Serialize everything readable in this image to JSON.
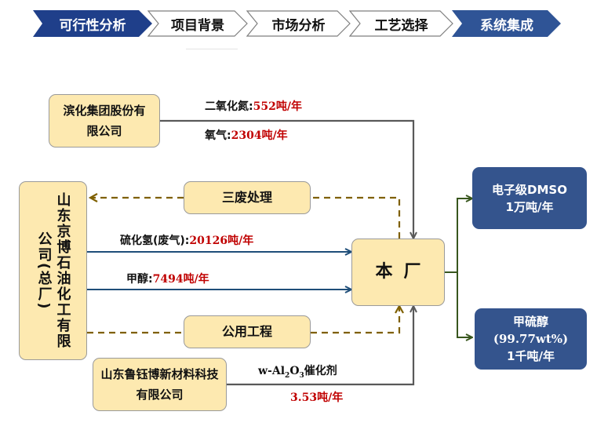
{
  "nav": {
    "steps": [
      "可行性分析",
      "项目背景",
      "市场分析",
      "工艺选择",
      "系统集成"
    ],
    "active_index": 0,
    "active_color": "#1f3f8a",
    "last_color": "#2f5496"
  },
  "nodes": {
    "binhua": "滨化集团股份有限公司",
    "jingbo": "山东京博石油化工有限公司(总厂)",
    "luyu": "山东鲁钰博新材料科技有限公司",
    "waste": "三废处理",
    "utility": "公用工程",
    "plant": "本厂",
    "dmso_name": "电子级DMSO",
    "dmso_cap": "1万吨/年",
    "mt_name": "甲硫醇",
    "mt_purity": "(99.77wt%)",
    "mt_cap": "1千吨/年"
  },
  "flows": {
    "n2o_label": "二氧化氮:",
    "n2o_value": "552吨/年",
    "o2_label": "氧气:",
    "o2_value": "2304吨/年",
    "h2s_label": "硫化氢(废气):",
    "h2s_value": "20126吨/年",
    "meoh_label": "甲醇:",
    "meoh_value": "7494吨/年",
    "cat_label_prefix": "w-Al",
    "cat_sub1": "2",
    "cat_mid": "O",
    "cat_sub2": "3",
    "cat_suffix": "催化剂",
    "cat_value": "3.53吨/年"
  },
  "colors": {
    "value_red": "#c00000",
    "input_blue": "#1f4e79",
    "dashed_olive": "#7f6000",
    "gray_line": "#595959",
    "output_green": "#38561d",
    "node_fill": "#fde9b0",
    "product_fill": "#34548d"
  }
}
